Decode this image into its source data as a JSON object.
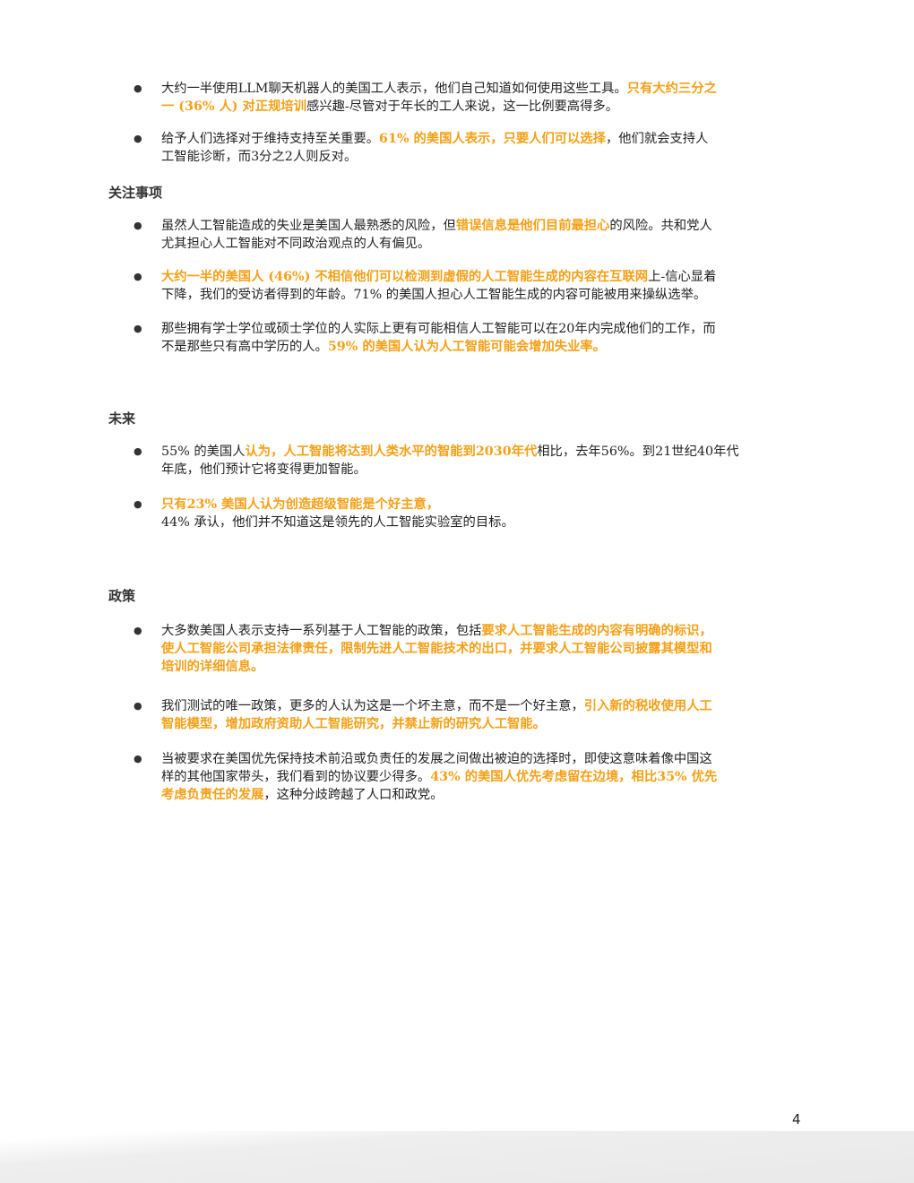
{
  "colors": {
    "highlight": "#f5a017",
    "text": "#222222",
    "footer": "#ebebeb"
  },
  "sections": [
    {
      "heading": "",
      "items": [
        {
          "lines": [
            [
              {
                "t": "大约一半使用LLM聊天机器人的美国工人表示，他们自己知道如何使用这些工具。"
              },
              {
                "t": "只有大约三分之",
                "hl": true
              }
            ],
            [
              {
                "t": "一 (36% 人) 对正规培训",
                "hl": true
              },
              {
                "t": "感兴趣-尽管对于年长的工人来说，这一比例要高得多。"
              }
            ]
          ]
        },
        {
          "lines": [
            [
              {
                "t": "给予人们选择对于维持支持至关重要。"
              },
              {
                "t": "61% 的美国人表示，只要人们可以选择",
                "hl": true
              },
              {
                "t": "，他们就会支持人"
              }
            ],
            [
              {
                "t": "工智能诊断，而3分之2人则反对。"
              }
            ]
          ]
        }
      ]
    },
    {
      "heading": "关注事项",
      "items": [
        {
          "lines": [
            [
              {
                "t": "虽然人工智能造成的失业是美国人最熟悉的风险，但"
              },
              {
                "t": "错误信息是他们目前最担心",
                "hl": true
              },
              {
                "t": "的风险。共和党人"
              }
            ],
            [
              {
                "t": "尤其担心人工智能对不同政治观点的人有偏见。"
              }
            ]
          ]
        },
        {
          "lines": [
            [
              {
                "t": "大约一半的美国人 (46%) 不相信他们可以检测到虚假的人工智能生成的内容在互联网",
                "hl": true
              },
              {
                "t": "上-信心显着"
              }
            ],
            [
              {
                "t": "下降，我们的受访者得到的年龄。71% 的美国人担心人工智能生成的内容可能被用来操纵选举。"
              }
            ]
          ]
        },
        {
          "lines": [
            [
              {
                "t": "那些拥有学士学位或硕士学位的人实际上更有可能相信人工智能可以在20年内完成他们的工作，而"
              }
            ],
            [
              {
                "t": "不是那些只有高中学历的人。"
              },
              {
                "t": "59% 的美国人认为人工智能可能会增加失业率。",
                "hl": true
              }
            ]
          ]
        }
      ]
    },
    {
      "heading": "未来",
      "items": [
        {
          "lines": [
            [
              {
                "t": "55% 的美国人"
              },
              {
                "t": "认为，人工智能将达到人类水平的智能到2030年代",
                "hl": true
              },
              {
                "t": "相比，去年56%。到21世纪40年代"
              }
            ],
            [
              {
                "t": "年底，他们预计它将变得更加智能。"
              }
            ]
          ]
        },
        {
          "lines": [
            [
              {
                "t": "只有23% 美国人认为创造超级智能是个好主意，",
                "hl": true
              }
            ],
            [
              {
                "t": "44% 承认，他们并不知道这是领先的人工智能实验室的目标。"
              }
            ]
          ]
        }
      ]
    },
    {
      "heading": "政策",
      "items": [
        {
          "lines": [
            [
              {
                "t": "大多数美国人表示支持一系列基于人工智能的政策，包括"
              },
              {
                "t": "要求人工智能生成的内容有明确的标识，",
                "hl": true
              }
            ],
            [
              {
                "t": "使人工智能公司承担法律责任，限制先进人工智能技术的出口，并要求人工智能公司披露其模型和",
                "hl": true
              }
            ],
            [
              {
                "t": "培训的详细信息。",
                "hl": true
              }
            ]
          ]
        },
        {
          "lines": [
            [
              {
                "t": "我们测试的唯一政策，更多的人认为这是一个坏主意，而不是一个好主意，"
              },
              {
                "t": "引入新的税收使用人工",
                "hl": true
              }
            ],
            [
              {
                "t": "智能模型，增加政府资助人工智能研究，并禁止新的研究人工智能。",
                "hl": true
              }
            ]
          ]
        },
        {
          "lines": [
            [
              {
                "t": "当被要求在美国优先保持技术前沿或负责任的发展之间做出被迫的选择时，即使这意味着像中国这"
              }
            ],
            [
              {
                "t": "样的其他国家带头，我们看到的协议要少得多。"
              },
              {
                "t": "43% 的美国人优先考虑留在边境，相比35% 优先",
                "hl": true
              }
            ],
            [
              {
                "t": "考虑负责任的发展",
                "hl": true
              },
              {
                "t": "，这种分歧跨越了人口和政党。"
              }
            ]
          ]
        }
      ]
    }
  ],
  "page_number": "4"
}
